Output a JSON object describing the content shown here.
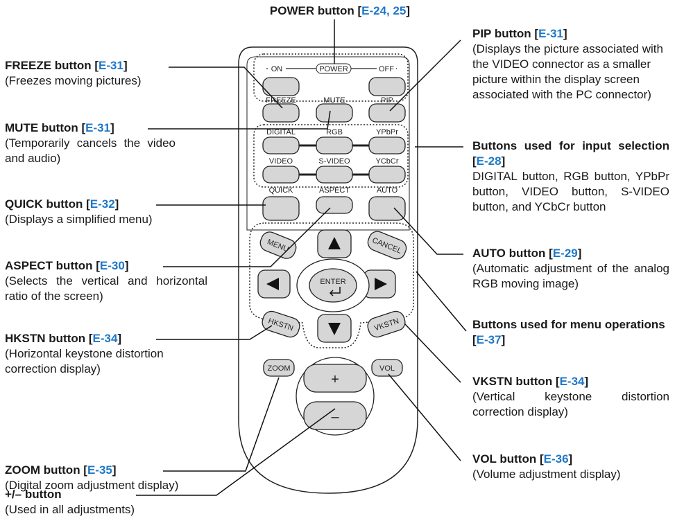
{
  "colors": {
    "reference": "#1e78c8",
    "button_fill": "#d6d6d6",
    "line": "#111111"
  },
  "remote": {
    "on": "ON",
    "power": "POWER",
    "off": "OFF",
    "freeze": "FREEZE",
    "mute": "MUTE",
    "pip": "PIP",
    "digital": "DIGITAL",
    "rgb": "RGB",
    "ypbpr": "YPbPr",
    "video": "VIDEO",
    "svideo": "S-VIDEO",
    "ycbcr": "YCbCr",
    "quick": "QUICK",
    "aspect": "ASPECT",
    "auto": "AUTO",
    "menu": "MENU",
    "cancel": "CANCEL",
    "enter": "ENTER",
    "hkstn": "HKSTN",
    "vkstn": "VKSTN",
    "zoom": "ZOOM",
    "vol": "VOL",
    "plus": "+",
    "minus": "–"
  },
  "callouts": {
    "power": {
      "title": "POWER button [",
      "ref": "E-24, 25",
      "end": "]"
    },
    "freeze": {
      "title": "FREEZE button [",
      "ref": "E-31",
      "end": "]",
      "desc": "(Freezes moving pictures)"
    },
    "mute": {
      "title": "MUTE button [",
      "ref": "E-31",
      "end": "]",
      "desc": "(Temporarily cancels the video and audio)"
    },
    "quick": {
      "title": "QUICK button [",
      "ref": "E-32",
      "end": "]",
      "desc": "(Displays a simplified menu)"
    },
    "aspect": {
      "title": "ASPECT button [",
      "ref": "E-30",
      "end": "]",
      "desc": "(Selects the vertical and horizontal ratio of the screen)"
    },
    "hkstn": {
      "title": "HKSTN button [",
      "ref": "E-34",
      "end": "]",
      "desc": "(Horizontal keystone distortion correction display)"
    },
    "zoom": {
      "title": "ZOOM button [",
      "ref": "E-35",
      "end": "]",
      "desc": "(Digital zoom adjustment display)"
    },
    "plusminus": {
      "title": "+/– button",
      "desc": "(Used in all adjustments)"
    },
    "pip": {
      "title": "PIP button [",
      "ref": "E-31",
      "end": "]",
      "desc": "(Displays the picture associated with the VIDEO connector as a smaller picture within the display screen associated with the PC connector)"
    },
    "input": {
      "title": "Buttons used for input selection [",
      "ref": "E-28",
      "end": "]",
      "desc": "DIGITAL button, RGB button, YPbPr button, VIDEO button, S-VIDEO button, and YCbCr button"
    },
    "auto": {
      "title": "AUTO button [",
      "ref": "E-29",
      "end": "]",
      "desc": "(Automatic adjustment of the analog RGB moving image)"
    },
    "menuops": {
      "title": "Buttons used for menu operations [",
      "ref": "E-37",
      "end": "]"
    },
    "vkstn": {
      "title": "VKSTN button [",
      "ref": "E-34",
      "end": "]",
      "desc": "(Vertical keystone distortion correction display)"
    },
    "vol": {
      "title": "VOL button [",
      "ref": "E-36",
      "end": "]",
      "desc": "(Volume adjustment display)"
    }
  }
}
